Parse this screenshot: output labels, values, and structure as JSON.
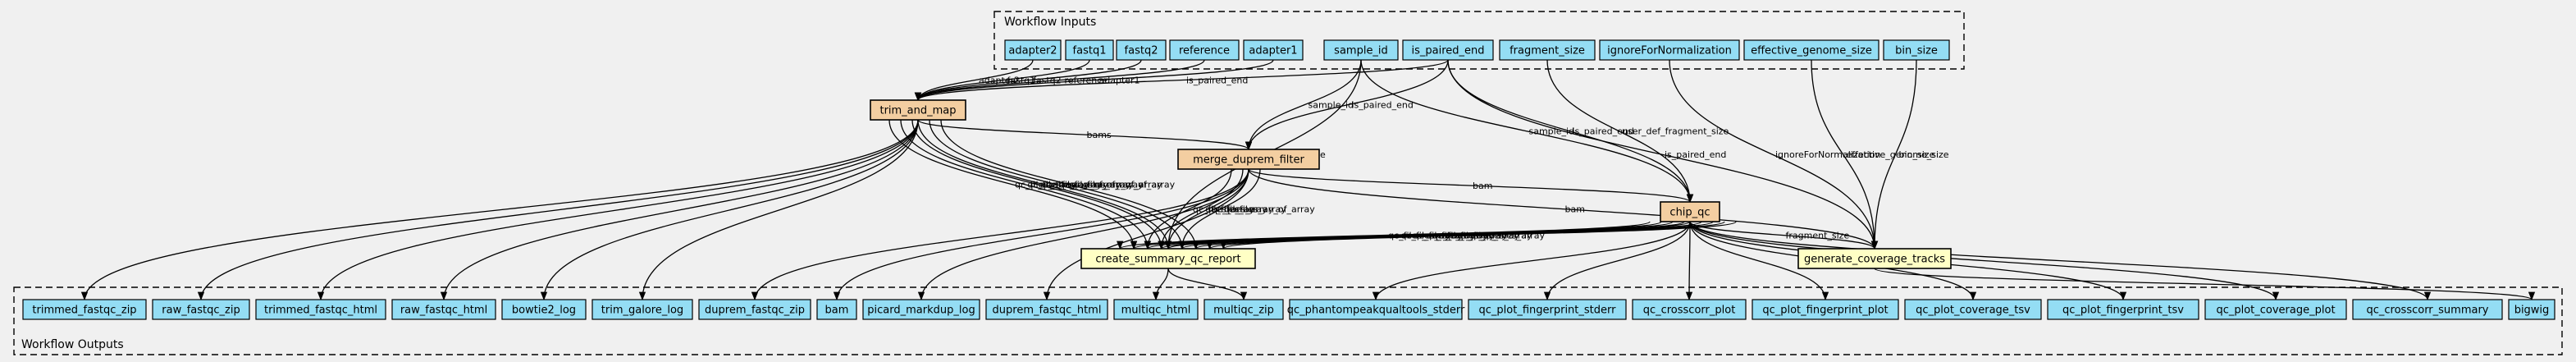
{
  "clusters": {
    "inputs_label": "Workflow Inputs",
    "outputs_label": "Workflow Outputs"
  },
  "colors": {
    "io_fill": "#94ddf4",
    "step_fill": "#f3cea1",
    "summary_fill": "#ffffc5",
    "background": "#f0f0f0",
    "stroke": "#000000"
  },
  "inputs": [
    {
      "id": "adapter2",
      "label": "adapter2"
    },
    {
      "id": "fastq1",
      "label": "fastq1"
    },
    {
      "id": "fastq2",
      "label": "fastq2"
    },
    {
      "id": "reference",
      "label": "reference"
    },
    {
      "id": "adapter1",
      "label": "adapter1"
    },
    {
      "id": "sample_id",
      "label": "sample_id"
    },
    {
      "id": "is_paired_end",
      "label": "is_paired_end"
    },
    {
      "id": "fragment_size",
      "label": "fragment_size"
    },
    {
      "id": "ignoreForNormalization",
      "label": "ignoreForNormalization"
    },
    {
      "id": "effective_genome_size",
      "label": "effective_genome_size"
    },
    {
      "id": "bin_size",
      "label": "bin_size"
    }
  ],
  "steps": [
    {
      "id": "trim_and_map",
      "label": "trim_and_map"
    },
    {
      "id": "merge_duprem_filter",
      "label": "merge_duprem_filter"
    },
    {
      "id": "chip_qc",
      "label": "chip_qc"
    },
    {
      "id": "create_summary_qc_report",
      "label": "create_summary_qc_report"
    },
    {
      "id": "generate_coverage_tracks",
      "label": "generate_coverage_tracks"
    }
  ],
  "outputs": [
    {
      "id": "trimmed_fastqc_zip",
      "label": "trimmed_fastqc_zip"
    },
    {
      "id": "raw_fastqc_zip",
      "label": "raw_fastqc_zip"
    },
    {
      "id": "trimmed_fastqc_html",
      "label": "trimmed_fastqc_html"
    },
    {
      "id": "raw_fastqc_html",
      "label": "raw_fastqc_html"
    },
    {
      "id": "bowtie2_log",
      "label": "bowtie2_log"
    },
    {
      "id": "trim_galore_log",
      "label": "trim_galore_log"
    },
    {
      "id": "duprem_fastqc_zip",
      "label": "duprem_fastqc_zip"
    },
    {
      "id": "bam",
      "label": "bam"
    },
    {
      "id": "picard_markdup_log",
      "label": "picard_markdup_log"
    },
    {
      "id": "duprem_fastqc_html",
      "label": "duprem_fastqc_html"
    },
    {
      "id": "multiqc_html",
      "label": "multiqc_html"
    },
    {
      "id": "multiqc_zip",
      "label": "multiqc_zip"
    },
    {
      "id": "qc_phantompeakqualtools_stderr",
      "label": "qc_phantompeakqualtools_stderr"
    },
    {
      "id": "qc_plot_fingerprint_stderr",
      "label": "qc_plot_fingerprint_stderr"
    },
    {
      "id": "qc_crosscorr_plot",
      "label": "qc_crosscorr_plot"
    },
    {
      "id": "qc_plot_fingerprint_plot",
      "label": "qc_plot_fingerprint_plot"
    },
    {
      "id": "qc_plot_coverage_tsv",
      "label": "qc_plot_coverage_tsv"
    },
    {
      "id": "qc_plot_fingerprint_tsv",
      "label": "qc_plot_fingerprint_tsv"
    },
    {
      "id": "qc_plot_coverage_plot",
      "label": "qc_plot_coverage_plot"
    },
    {
      "id": "qc_crosscorr_summary",
      "label": "qc_crosscorr_summary"
    },
    {
      "id": "bigwig",
      "label": "bigwig"
    }
  ],
  "edges": [
    {
      "from": "adapter2",
      "to": "trim_and_map",
      "label": "adapter2"
    },
    {
      "from": "fastq1",
      "to": "trim_and_map",
      "label": "fastq1"
    },
    {
      "from": "fastq2",
      "to": "trim_and_map",
      "label": "fastq2"
    },
    {
      "from": "reference",
      "to": "trim_and_map",
      "label": "reference"
    },
    {
      "from": "adapter1",
      "to": "trim_and_map",
      "label": "adapter1"
    },
    {
      "from": "is_paired_end",
      "to": "trim_and_map",
      "label": "is_paired_end"
    },
    {
      "from": "sample_id",
      "to": "merge_duprem_filter",
      "label": "sample_id"
    },
    {
      "from": "is_paired_end",
      "to": "merge_duprem_filter",
      "label": "is_paired_end"
    },
    {
      "from": "trim_and_map",
      "to": "merge_duprem_filter",
      "label": "bams"
    },
    {
      "from": "sample_id",
      "to": "chip_qc",
      "label": "sample_id"
    },
    {
      "from": "is_paired_end",
      "to": "chip_qc",
      "label": "is_paired_end"
    },
    {
      "from": "fragment_size",
      "to": "chip_qc",
      "label": "user_def_fragment_size"
    },
    {
      "from": "merge_duprem_filter",
      "to": "chip_qc",
      "label": "bam"
    },
    {
      "from": "is_paired_end",
      "to": "generate_coverage_tracks",
      "label": "is_paired_end"
    },
    {
      "from": "ignoreForNormalization",
      "to": "generate_coverage_tracks",
      "label": "ignoreForNormalization"
    },
    {
      "from": "effective_genome_size",
      "to": "generate_coverage_tracks",
      "label": "effective_genome_size"
    },
    {
      "from": "bin_size",
      "to": "generate_coverage_tracks",
      "label": "bin_size"
    },
    {
      "from": "chip_qc",
      "to": "generate_coverage_tracks",
      "label": "fragment_size"
    },
    {
      "from": "merge_duprem_filter",
      "to": "generate_coverage_tracks",
      "label": "bam"
    },
    {
      "from": "sample_id",
      "to": "create_summary_qc_report",
      "label": "report_name"
    },
    {
      "from": "trim_and_map",
      "to": "create_summary_qc_report",
      "label": "qc_files_array"
    },
    {
      "from": "trim_and_map",
      "to": "create_summary_qc_report",
      "label": "qc_files_array_of_array"
    },
    {
      "from": "trim_and_map",
      "to": "create_summary_qc_report",
      "label": "qc_files_array_of_array"
    },
    {
      "from": "trim_and_map",
      "to": "create_summary_qc_report",
      "label": "qc_files_array_of_array"
    },
    {
      "from": "trim_and_map",
      "to": "create_summary_qc_report",
      "label": "qc_files_array_of_array"
    },
    {
      "from": "trim_and_map",
      "to": "create_summary_qc_report",
      "label": "qc_files_array"
    },
    {
      "from": "merge_duprem_filter",
      "to": "create_summary_qc_report",
      "label": "qc_files_array_of_array"
    },
    {
      "from": "merge_duprem_filter",
      "to": "create_summary_qc_report",
      "label": "qc_files_array"
    },
    {
      "from": "merge_duprem_filter",
      "to": "create_summary_qc_report",
      "label": "qc_files_array"
    },
    {
      "from": "merge_duprem_filter",
      "to": "create_summary_qc_report",
      "label": "qc_files_array"
    },
    {
      "from": "chip_qc",
      "to": "create_summary_qc_report",
      "label": "qc_files_array"
    },
    {
      "from": "chip_qc",
      "to": "create_summary_qc_report",
      "label": "qc_files_array"
    },
    {
      "from": "chip_qc",
      "to": "create_summary_qc_report",
      "label": "qc_files_array"
    },
    {
      "from": "chip_qc",
      "to": "create_summary_qc_report",
      "label": "qc_files_array"
    },
    {
      "from": "chip_qc",
      "to": "create_summary_qc_report",
      "label": "qc_files_array"
    },
    {
      "from": "chip_qc",
      "to": "create_summary_qc_report",
      "label": "qc_files_array"
    },
    {
      "from": "chip_qc",
      "to": "create_summary_qc_report",
      "label": "qc_files_array"
    },
    {
      "from": "chip_qc",
      "to": "create_summary_qc_report",
      "label": "qc_files_array"
    },
    {
      "from": "chip_qc",
      "to": "create_summary_qc_report",
      "label": "qc_files_array"
    },
    {
      "from": "trim_and_map",
      "to": "trimmed_fastqc_zip",
      "label": ""
    },
    {
      "from": "trim_and_map",
      "to": "raw_fastqc_zip",
      "label": ""
    },
    {
      "from": "trim_and_map",
      "to": "trimmed_fastqc_html",
      "label": ""
    },
    {
      "from": "trim_and_map",
      "to": "raw_fastqc_html",
      "label": ""
    },
    {
      "from": "trim_and_map",
      "to": "bowtie2_log",
      "label": ""
    },
    {
      "from": "trim_and_map",
      "to": "trim_galore_log",
      "label": ""
    },
    {
      "from": "merge_duprem_filter",
      "to": "duprem_fastqc_zip",
      "label": ""
    },
    {
      "from": "merge_duprem_filter",
      "to": "bam",
      "label": ""
    },
    {
      "from": "merge_duprem_filter",
      "to": "picard_markdup_log",
      "label": ""
    },
    {
      "from": "merge_duprem_filter",
      "to": "duprem_fastqc_html",
      "label": ""
    },
    {
      "from": "create_summary_qc_report",
      "to": "multiqc_html",
      "label": ""
    },
    {
      "from": "create_summary_qc_report",
      "to": "multiqc_zip",
      "label": ""
    },
    {
      "from": "chip_qc",
      "to": "qc_phantompeakqualtools_stderr",
      "label": ""
    },
    {
      "from": "chip_qc",
      "to": "qc_plot_fingerprint_stderr",
      "label": ""
    },
    {
      "from": "chip_qc",
      "to": "qc_crosscorr_plot",
      "label": ""
    },
    {
      "from": "chip_qc",
      "to": "qc_plot_fingerprint_plot",
      "label": ""
    },
    {
      "from": "chip_qc",
      "to": "qc_plot_coverage_tsv",
      "label": ""
    },
    {
      "from": "chip_qc",
      "to": "qc_plot_fingerprint_tsv",
      "label": ""
    },
    {
      "from": "chip_qc",
      "to": "qc_plot_coverage_plot",
      "label": ""
    },
    {
      "from": "chip_qc",
      "to": "qc_crosscorr_summary",
      "label": ""
    },
    {
      "from": "generate_coverage_tracks",
      "to": "bigwig",
      "label": ""
    }
  ]
}
